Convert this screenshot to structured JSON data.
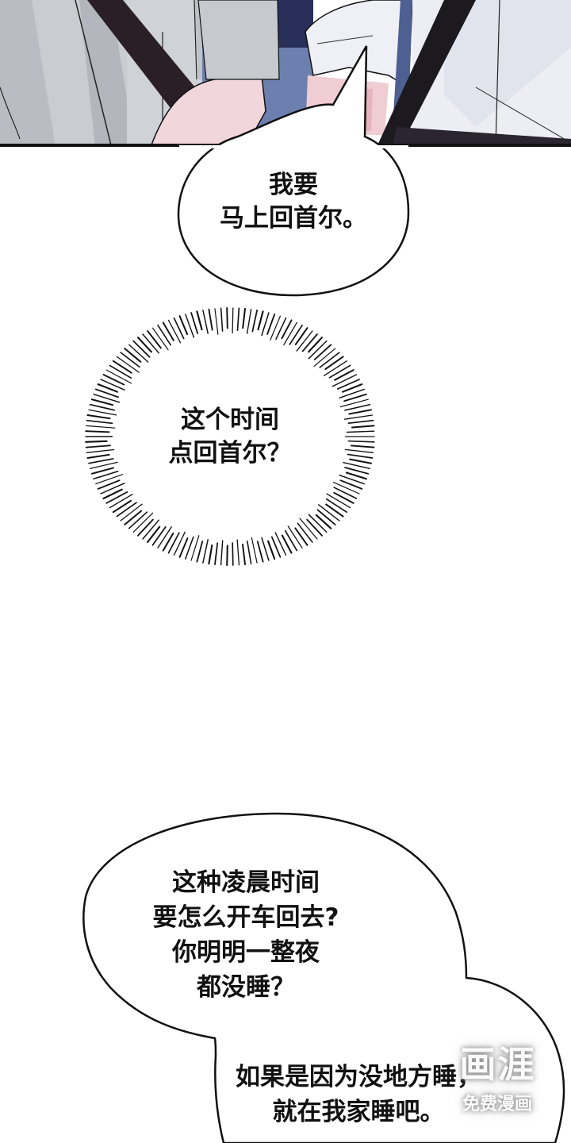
{
  "comic": {
    "panel_top": {
      "description": "Close-up of two people seated in a car wearing seatbelts; gray coat on left, white shirt on right",
      "colors": {
        "coat": "#c9ccd0",
        "coat_shadow": "#aeb2b8",
        "seatbelt": "#2a1f26",
        "skin": "#f1d3d6",
        "skin_shadow": "#e0a8b0",
        "shirt_white": "#e9ecf3",
        "shirt_navy": "#5b6fa0",
        "border": "#111111"
      }
    },
    "bubble_1": {
      "type": "speech",
      "lines": [
        "我要",
        "马上回首尔。"
      ]
    },
    "bubble_2": {
      "type": "focus-lines",
      "lines": [
        "这个时间",
        "点回首尔？"
      ]
    },
    "bubble_3": {
      "type": "speech-double",
      "part_a_lines": [
        "这种凌晨时间",
        "要怎么开车回去?",
        "你明明一整夜",
        "都没睡？"
      ],
      "part_b_lines": [
        "如果是因为没地方睡，",
        "就在我家睡吧。"
      ]
    },
    "watermark": {
      "logo": "画涯",
      "tagline": "免费漫画"
    }
  }
}
